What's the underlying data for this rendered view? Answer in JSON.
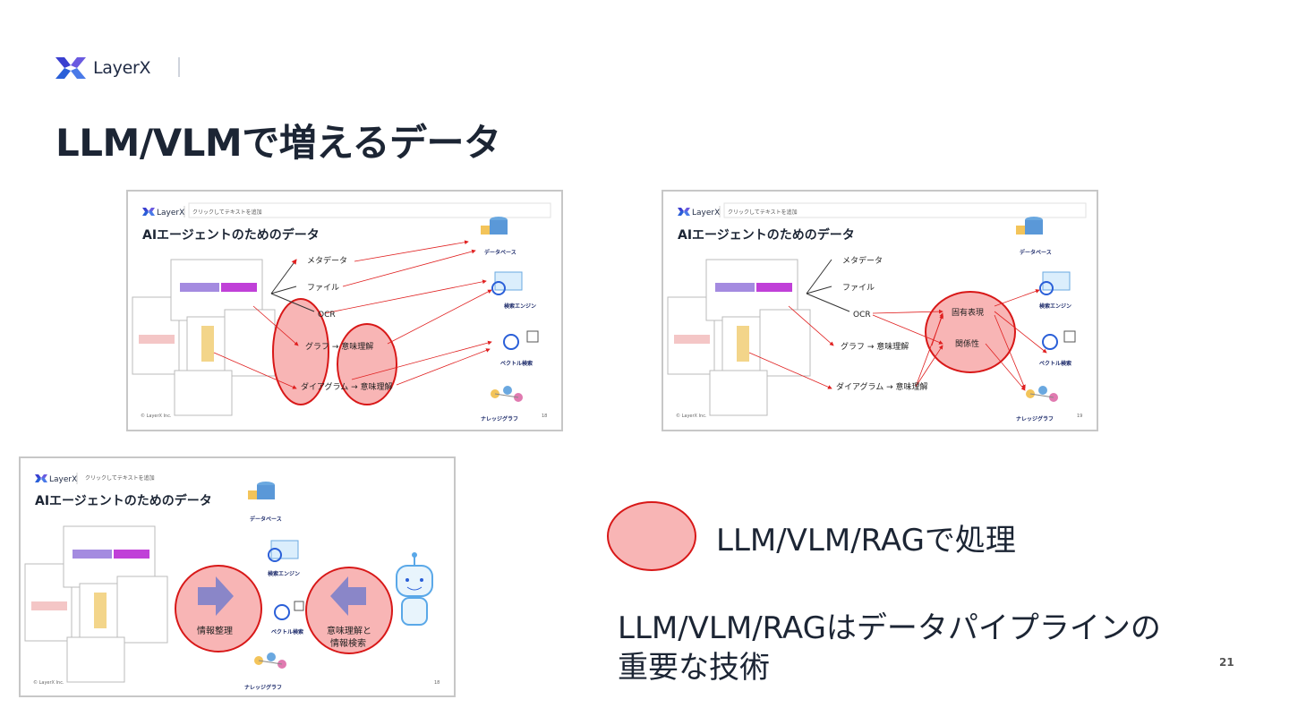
{
  "header": {
    "brand": "LayerX",
    "title": "LLM/VLMで増えるデータ"
  },
  "slide_a": {
    "brand": "LayerX",
    "placeholder": "クリックしてテキストを追加",
    "title": "AIエージェントのためのデータ",
    "labels": {
      "meta": "メタデータ",
      "file": "ファイル",
      "ocr": "OCR",
      "graph": "グラフ → 意味理解",
      "diagram": "ダイアグラム → 意味理解"
    },
    "targets": {
      "db": "データベース",
      "search": "検索エンジン",
      "vector": "ベクトル検索",
      "kg": "ナレッジグラフ"
    },
    "footer": "© LayerX Inc.",
    "page": "18"
  },
  "slide_b": {
    "brand": "LayerX",
    "placeholder": "クリックしてテキストを追加",
    "title": "AIエージェントのためのデータ",
    "labels": {
      "meta": "メタデータ",
      "file": "ファイル",
      "ocr": "OCR",
      "graph": "グラフ → 意味理解",
      "diagram": "ダイアグラム → 意味理解",
      "entity": "固有表現",
      "relation": "関係性"
    },
    "targets": {
      "db": "データベース",
      "search": "検索エンジン",
      "vector": "ベクトル検索",
      "kg": "ナレッジグラフ"
    },
    "footer": "© LayerX Inc.",
    "page": "19"
  },
  "slide_c": {
    "brand": "LayerX",
    "placeholder": "クリックしてテキストを追加",
    "title": "AIエージェントのためのデータ",
    "left_circle": "情報整理",
    "right_circle_1": "意味理解と",
    "right_circle_2": "情報検索",
    "targets": {
      "db": "データベース",
      "search": "検索エンジン",
      "vector": "ベクトル検索",
      "kg": "ナレッジグラフ"
    },
    "footer": "© LayerX Inc.",
    "page": "18"
  },
  "legend": {
    "label": "LLM/VLM/RAGで処理"
  },
  "summary": {
    "line1": "LLM/VLM/RAGはデータパイプラインの",
    "line2": "重要な技術"
  },
  "page_number": "21",
  "colors": {
    "accent_red": "#d81818",
    "ellipse_fill": "#f8b5b5",
    "brand_purple": "#5b4fd6",
    "title_text": "#1c2534"
  }
}
